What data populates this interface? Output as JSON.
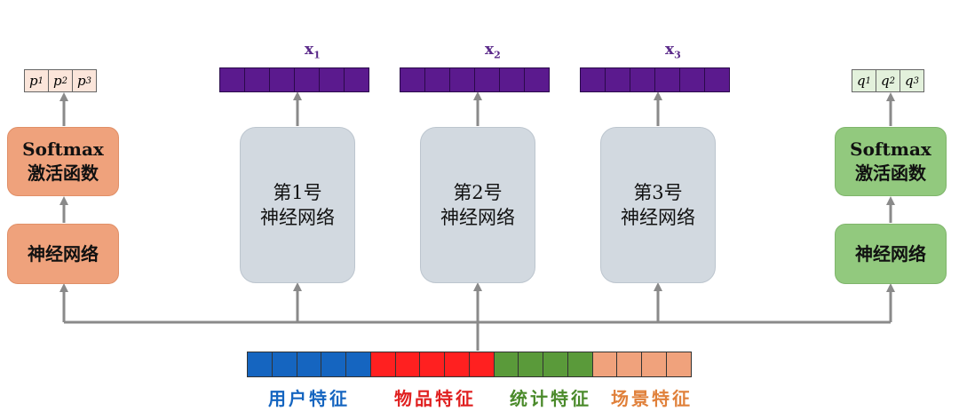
{
  "left_head": {
    "probs": [
      "p1",
      "p2",
      "p3"
    ],
    "prob_parts": [
      {
        "base": "p",
        "sub": "1"
      },
      {
        "base": "p",
        "sub": "2"
      },
      {
        "base": "p",
        "sub": "3"
      }
    ],
    "softmax_line1": "Softmax",
    "softmax_line2": "激活函数",
    "net_label": "神经网络"
  },
  "right_head": {
    "probs": [
      "q1",
      "q2",
      "q3"
    ],
    "prob_parts": [
      {
        "base": "q",
        "sub": "1"
      },
      {
        "base": "q",
        "sub": "2"
      },
      {
        "base": "q",
        "sub": "3"
      }
    ],
    "softmax_line1": "Softmax",
    "softmax_line2": "激活函数",
    "net_label": "神经网络"
  },
  "networks": [
    {
      "line1": "第1号",
      "line2": "神经网络",
      "output_label": "x",
      "output_sub": "1"
    },
    {
      "line1": "第2号",
      "line2": "神经网络",
      "output_label": "x",
      "output_sub": "2"
    },
    {
      "line1": "第3号",
      "line2": "神经网络",
      "output_label": "x",
      "output_sub": "3"
    }
  ],
  "features": [
    {
      "label": "用户特征",
      "color": "#1565c0",
      "cells": 5
    },
    {
      "label": "物品特征",
      "color": "#ff2020",
      "cells": 5
    },
    {
      "label": "统计特征",
      "color": "#5a9a3a",
      "cells": 4
    },
    {
      "label": "场景特征",
      "color": "#f0a27c",
      "cells": 4
    }
  ],
  "colors": {
    "orange": "#efa27c",
    "green": "#92c97e",
    "gray_box": "#d2d9e0",
    "purple": "#5b1a8e",
    "arrow": "#888888",
    "left_prob_bg": "#fbe5da",
    "right_prob_bg": "#e3f1dc",
    "left_label": "#1565c0",
    "item_label": "#e02020",
    "stat_label": "#4a8a2a",
    "scene_label": "#e0803a"
  },
  "output_vector_cells": 6
}
